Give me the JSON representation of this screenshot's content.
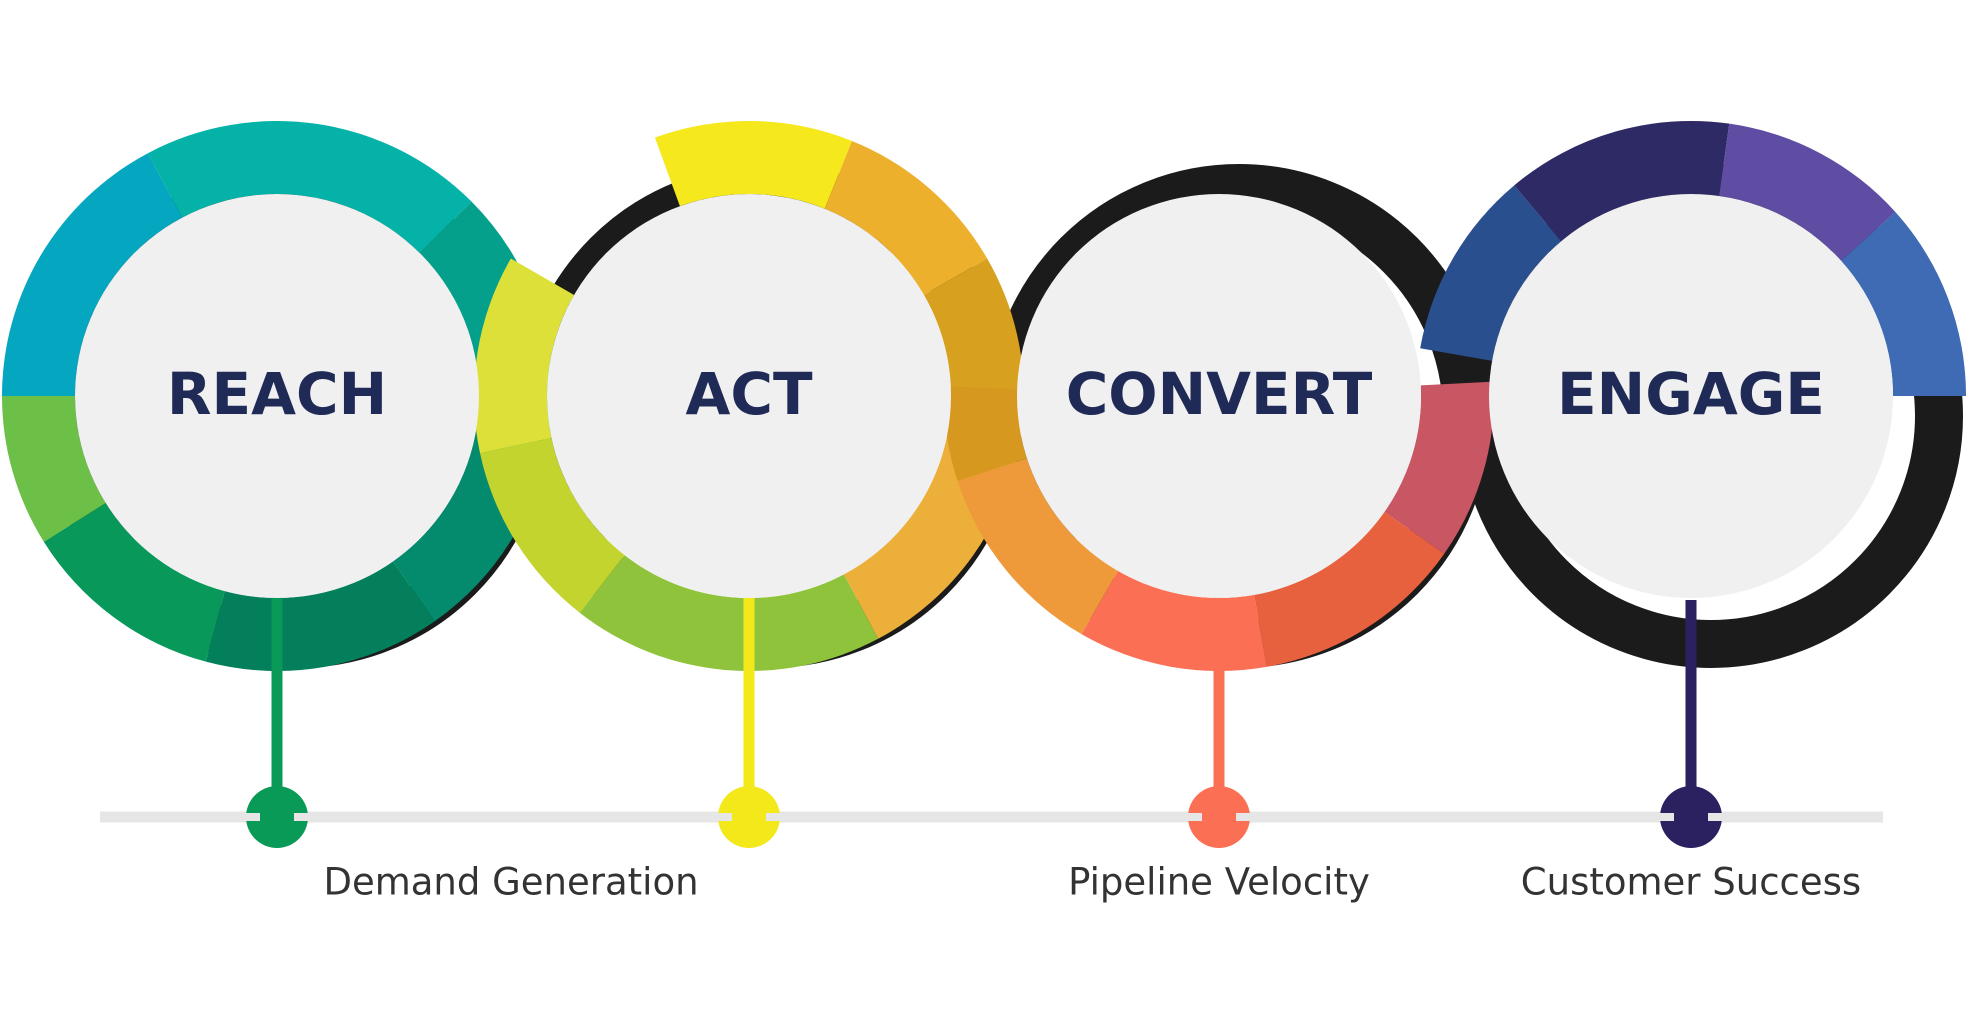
{
  "stages": [
    {
      "label": "REACH",
      "accent": "#0a9a57",
      "arc_colors": [
        "#05a7c0",
        "#04b2a8",
        "#05a08c",
        "#048a6c",
        "#037f5c",
        "#07985a",
        "#6cc048",
        "#89c441"
      ]
    },
    {
      "label": "ACT",
      "accent": "#f3e81a",
      "arc_colors": [
        "#f5e81d",
        "#ecb02c",
        "#d8a01f",
        "#ecb03a",
        "#90c33c",
        "#c4d42f",
        "#dde038",
        "#d7dd30"
      ]
    },
    {
      "label": "CONVERT",
      "accent": "#fb7054",
      "arc_colors": [
        "#c95663",
        "#e8613f",
        "#fb7054",
        "#ee9a3b",
        "#d6981e"
      ]
    },
    {
      "label": "ENGAGE",
      "accent": "#2b2160",
      "arc_colors": [
        "#2a4f8e",
        "#2e2a66",
        "#5f4ca3",
        "#3e6bb3"
      ]
    }
  ],
  "captions": [
    "Demand Generation",
    "Pipeline Velocity",
    "Customer Success"
  ],
  "colors": {
    "ring_dark": "#1b1b1b",
    "disc_fill": "#f0f0f0",
    "timeline": "#e6e6e6",
    "label_text": "#1f2a56"
  }
}
